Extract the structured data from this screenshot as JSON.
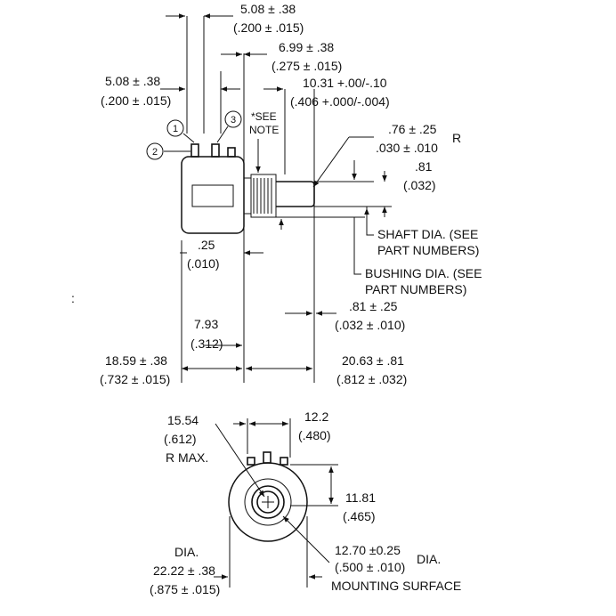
{
  "side_view": {
    "dim_top_1": "5.08 ± .38",
    "dim_top_1_in": "(.200 ± .015)",
    "dim_top_2": "6.99 ± .38",
    "dim_top_2_in": "(.275 ± .015)",
    "dim_left_1": "5.08  ± .38",
    "dim_left_1_in": "(.200 ± .015)",
    "dim_shaft_len": "10.31 +.00/-.10",
    "dim_shaft_len_in": "(.406 +.000/-.004)",
    "see_note_1": "*SEE",
    "see_note_2": "NOTE",
    "radius": ".76 ± .25",
    "radius_in": ".030 ± .010",
    "radius_r": "R",
    "chamfer": ".81",
    "chamfer_in": "(.032)",
    "shaft_dia_1": "SHAFT DIA. (SEE",
    "shaft_dia_2": "PART NUMBERS)",
    "bushing_dia_1": "BUSHING DIA. (SEE",
    "bushing_dia_2": "PART NUMBERS)",
    "dim_gap": ".25",
    "dim_gap_in": "(.010)",
    "dim_flat": ".81 ± .25",
    "dim_flat_in": "(.032 ± .010)",
    "dim_bushing": "7.93",
    "dim_bushing_in": "(.312)",
    "dim_body": "18.59 ± .38",
    "dim_body_in": "(.732 ± .015)",
    "dim_shaft": "20.63 ± .81",
    "dim_shaft_in": "(.812 ± .032)",
    "callouts": [
      "1",
      "2",
      "3"
    ],
    "stray_mark": ":"
  },
  "front_view": {
    "radius_max": "15.54",
    "radius_max_in": "(.612)",
    "radius_max_label": "R MAX.",
    "dim_width": "12.2",
    "dim_width_in": "(.480)",
    "dim_height": "11.81",
    "dim_height_in": "(.465)",
    "dia_label": "DIA.",
    "dia": "22.22 ± .38",
    "dia_in": "(.875 ± .015)",
    "mount": "12.70 ±0.25",
    "mount_dia": "DIA.",
    "mount_in": "(.500 ± .010)",
    "mount_label": "MOUNTING SURFACE"
  }
}
